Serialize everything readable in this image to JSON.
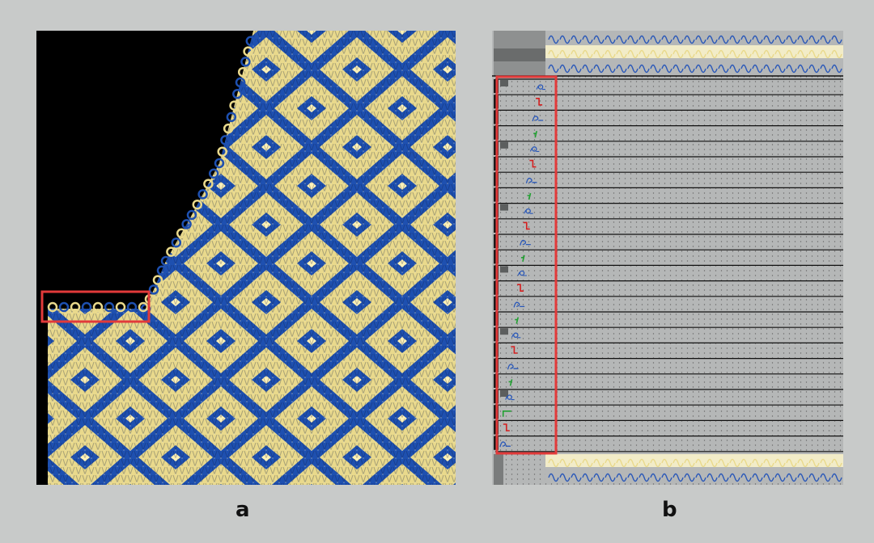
{
  "captions": {
    "a": "a",
    "b": "b"
  },
  "colors": {
    "background": "#c8cac9",
    "knit_blue": "#1e50b0",
    "knit_blue_dark": "#0f2f7a",
    "knit_yellow": "#e9d98c",
    "knit_yellow_light": "#fff2b6",
    "black": "#000000",
    "highlight_red": "#e23a3a",
    "grid_gray": "#b5b7b7",
    "grid_dot": "#6a6a6a",
    "symbol_blue": "#2a58b8",
    "symbol_red": "#d42020",
    "symbol_green": "#22a032",
    "header_yellow": "#f2ecc8"
  },
  "panel_b_symbols": [
    "loop",
    "red-step",
    "loop-tail",
    "green-tick",
    "loop",
    "red-step",
    "loop-tail",
    "green-tick",
    "loop",
    "red-step",
    "loop-tail",
    "green-tick",
    "loop",
    "red-step",
    "loop-tail",
    "green-tick",
    "loop",
    "red-step",
    "loop-tail",
    "green-tick",
    "loop",
    "green-step",
    "red-step",
    "loop-tail"
  ]
}
